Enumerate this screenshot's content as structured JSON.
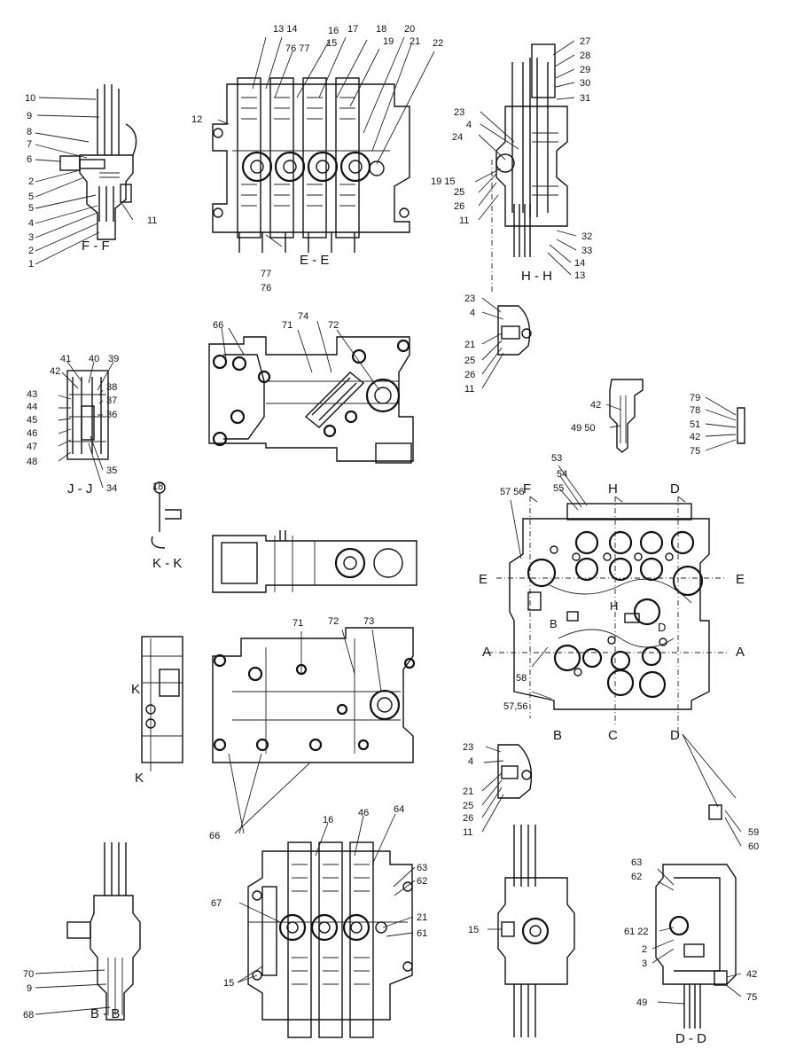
{
  "sections": {
    "ff": "F - F",
    "ee": "E - E",
    "hh": "H - H",
    "jj": "J - J",
    "kk": "K - K",
    "bb": "B - B",
    "dd": "D - D"
  },
  "callouts": {
    "ff": [
      "10",
      "9",
      "8",
      "7",
      "6",
      "2",
      "5",
      "5",
      "4",
      "3",
      "2",
      "1",
      "11"
    ],
    "ee_top": [
      "13 14",
      "76 77",
      "16",
      "15",
      "17",
      "18",
      "19",
      "20",
      "21",
      "22"
    ],
    "ee_left": [
      "12"
    ],
    "ee_bottom": [
      "77",
      "76"
    ],
    "hh": [
      "27",
      "28",
      "29",
      "30",
      "31",
      "23",
      "4",
      "24",
      "19 15",
      "25",
      "26",
      "11",
      "32",
      "33",
      "14",
      "13"
    ],
    "hh_sub": [
      "23",
      "4",
      "21",
      "25",
      "26",
      "11"
    ],
    "jj": [
      "41",
      "40",
      "39",
      "42",
      "38",
      "37",
      "43",
      "36",
      "44",
      "45",
      "46",
      "47",
      "48",
      "35",
      "34"
    ],
    "kk_top": [
      "18"
    ],
    "plate_upper": [
      "66",
      "71",
      "74",
      "72"
    ],
    "detail_small": [
      "42",
      "49 50"
    ],
    "detail_right": [
      "79",
      "78",
      "51",
      "42",
      "75"
    ],
    "main_view": [
      "57 56",
      "53",
      "54",
      "55",
      "58",
      "57,56"
    ],
    "plate_lower": [
      "71",
      "72",
      "73",
      "66"
    ],
    "mid_lower": [
      "23",
      "4",
      "21",
      "25",
      "26",
      "11"
    ],
    "bottom_center": [
      "16",
      "46",
      "64",
      "63",
      "62",
      "21",
      "61",
      "67",
      "15"
    ],
    "bottom_right_mid": [
      "15"
    ],
    "bb": [
      "70",
      "9",
      "68"
    ],
    "dd": [
      "59",
      "60",
      "63",
      "62",
      "61 22",
      "2",
      "3",
      "42",
      "49",
      "75"
    ]
  },
  "view_marks": {
    "F": "F",
    "H": "H",
    "D": "D",
    "E_left": "E",
    "E_right": "E",
    "A_left": "A",
    "A_right": "A",
    "B": "B",
    "C": "C",
    "D_bottom": "D",
    "K_top": "K",
    "K_bottom": "K",
    "H1": "H",
    "B1": "B",
    "D1": "D"
  }
}
